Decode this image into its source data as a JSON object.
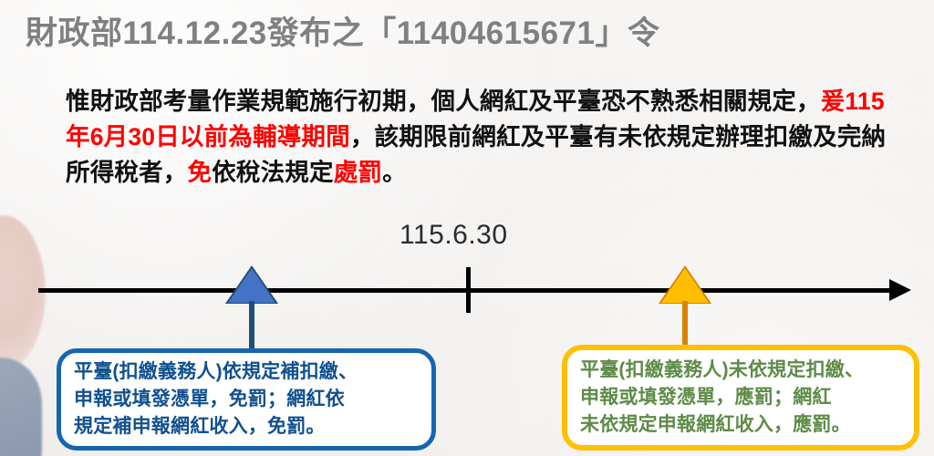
{
  "slide": {
    "title": "財政部114.12.23發布之「11404615671」令",
    "body": {
      "segments": [
        {
          "text": "惟財政部考量作業規範施行初期，個人網紅及平臺恐不熟悉相關規定，",
          "emphasis": false
        },
        {
          "text": "爰115年6月30日以前為輔導期間",
          "emphasis": true
        },
        {
          "text": "，該期限前網紅及平臺有未依規定辦理扣繳及完納所得稅者，",
          "emphasis": false
        },
        {
          "text": "免",
          "emphasis": true
        },
        {
          "text": "依稅法規定",
          "emphasis": false
        },
        {
          "text": "處罰",
          "emphasis": true
        },
        {
          "text": "。",
          "emphasis": false
        }
      ],
      "line1": "惟財政部考量作業規範施行初期，個人網紅及平臺恐不熟悉相關規",
      "line2_prefix": "定，",
      "line2_red": "爰115年6月30日以前為輔導期間",
      "line2_suffix": "，該期限前網紅及平臺有未",
      "line3_prefix": "依規定辦理扣繳及完納所得稅者，",
      "line3_red1": "免",
      "line3_mid": "依稅法規定",
      "line3_red2": "處罰",
      "line3_end": "。"
    },
    "timeline": {
      "date_label": "115.6.30",
      "markers": [
        {
          "id": "before-deadline",
          "color": "#4472C4",
          "outline": "#1F4E79"
        },
        {
          "id": "after-deadline",
          "color": "#FFBF00",
          "outline": "#D98200"
        }
      ]
    },
    "callouts": [
      {
        "id": "blue-before-deadline",
        "border_color": "#1565B0",
        "text_color": "#11508F",
        "line1": "平臺(扣繳義務人)依規定補扣繳、",
        "line2": "申報或填發憑單，免罰；網紅依",
        "line3": "規定補申報網紅收入，免罰。"
      },
      {
        "id": "orange-after-deadline",
        "border_color": "#FFC000",
        "text_color": "#5E8B47",
        "line1": "平臺(扣繳義務人)未依規定扣繳、",
        "line2": "申報或填發憑單，應罰；網紅",
        "line3": "未依規定申報網紅收入，應罰。"
      }
    ],
    "colors": {
      "title": "#808080",
      "body": "#111111",
      "highlight_red": "#FF0000",
      "axis": "#000000",
      "background": "#f3f1ef"
    }
  }
}
